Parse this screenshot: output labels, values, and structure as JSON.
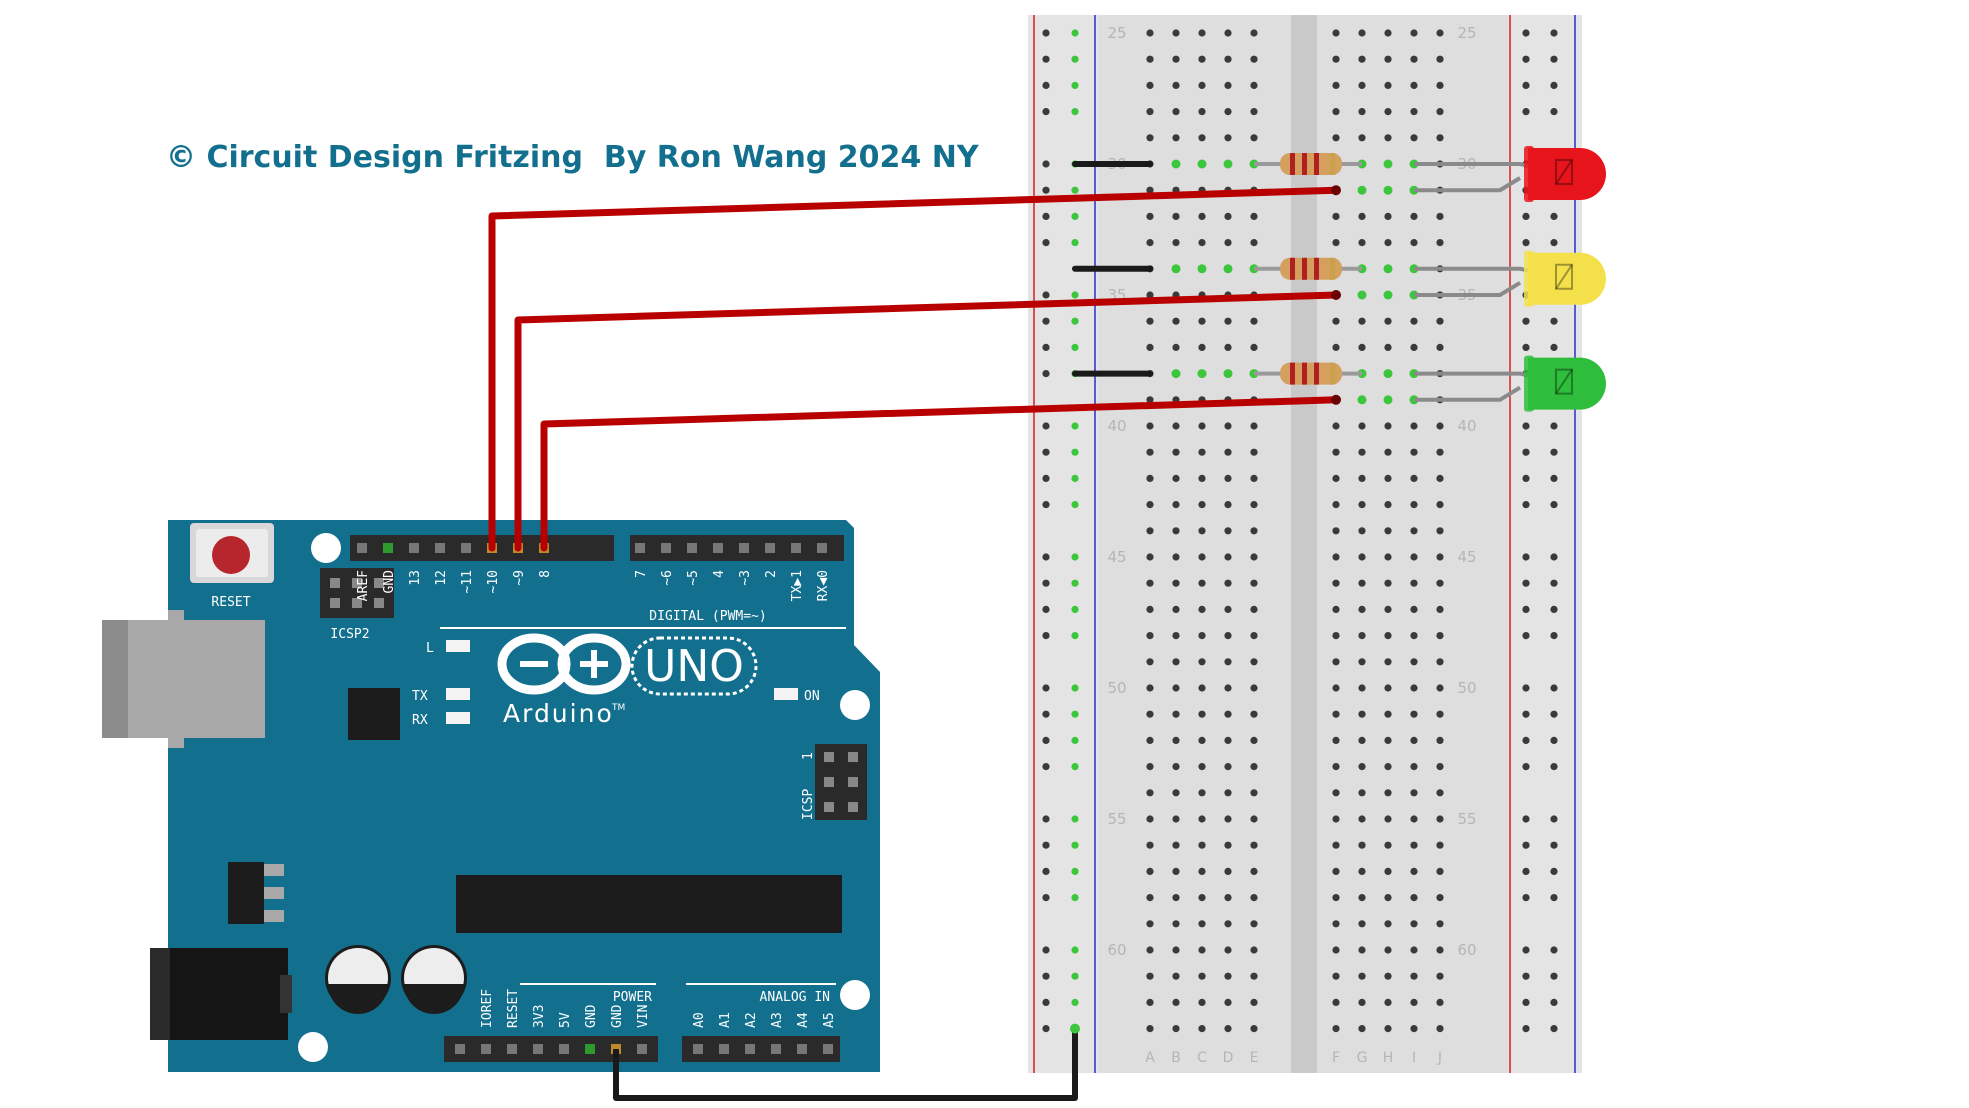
{
  "copyright": "© Circuit Design Fritzing  By Ron Wang 2024 NY",
  "colors": {
    "arduino_board": "#12708e",
    "wire_signal": "#b80000",
    "wire_ground": "#1a1a1a",
    "led_red": "#e8141c",
    "led_yellow": "#f4e04b",
    "led_green": "#2fbe3c",
    "breadboard": "#dedede",
    "rail_positive": "#d42020",
    "rail_negative": "#2030d0"
  },
  "breadboard": {
    "row_labels": [
      "25",
      "30",
      "35",
      "40",
      "45",
      "50",
      "55",
      "60"
    ],
    "col_labels_left": [
      "A",
      "B",
      "C",
      "D",
      "E"
    ],
    "col_labels_right": [
      "F",
      "G",
      "H",
      "I",
      "J"
    ]
  },
  "arduino": {
    "reset_label": "RESET",
    "icsp2_label": "ICSP2",
    "icsp_label": "ICSP",
    "icsp_pin1": "1",
    "digital_header_label": "DIGITAL (PWM=~)",
    "digital_pins": [
      "AREF",
      "GND",
      "13",
      "12",
      "~11",
      "~10",
      "~9",
      "8",
      "7",
      "~6",
      "~5",
      "4",
      "~3",
      "2",
      "TX▶1",
      "RX◀0"
    ],
    "led_l": "L",
    "led_tx": "TX",
    "led_rx": "RX",
    "led_on": "ON",
    "brand": "Arduino",
    "brand_tm": "TM",
    "model": "UNO",
    "power_header_label": "POWER",
    "power_pins": [
      "IOREF",
      "RESET",
      "3V3",
      "5V",
      "GND",
      "GND",
      "VIN"
    ],
    "analog_header_label": "ANALOG IN",
    "analog_pins": [
      "A0",
      "A1",
      "A2",
      "A3",
      "A4",
      "A5"
    ]
  }
}
